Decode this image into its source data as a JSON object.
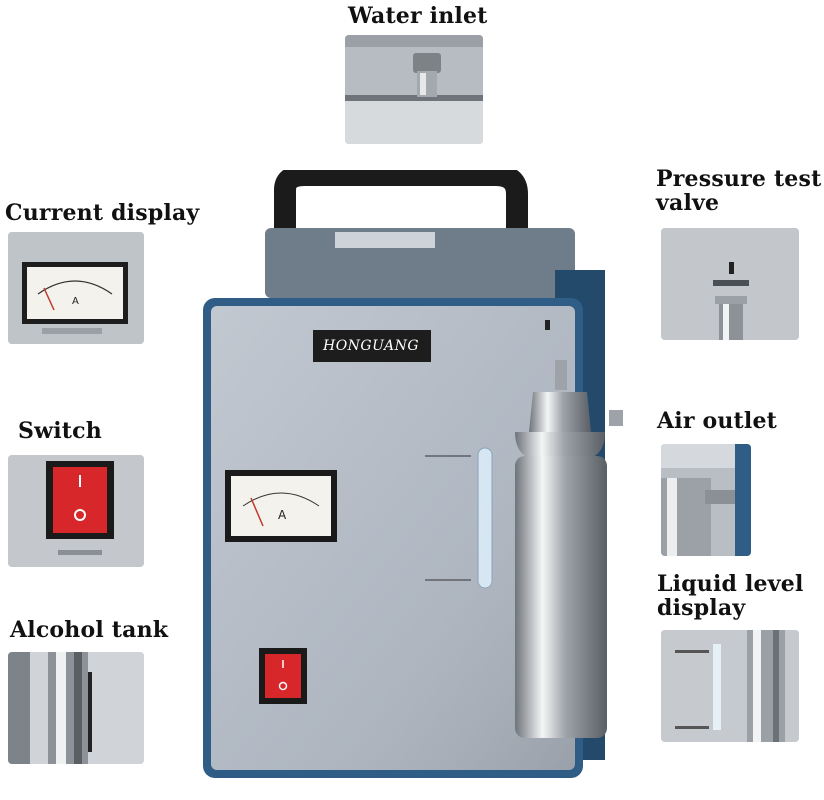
{
  "labels": {
    "water_inlet": "Water inlet",
    "current_display": "Current display",
    "switch": "Switch",
    "alcohol_tank": "Alcohol tank",
    "pressure_test_valve_line1": "Pressure test",
    "pressure_test_valve_line2": "valve",
    "air_outlet": "Air outlet",
    "liquid_level_line1": "Liquid level",
    "liquid_level_line2": "display"
  },
  "machine": {
    "brand": "HONGUANG",
    "ammeter_unit": "A"
  },
  "colors": {
    "panel": "#aeb6c1",
    "frame": "#2f5d86",
    "switch_red": "#d8272a",
    "handle": "#1b1b1b",
    "steel": "#c8cbcf"
  }
}
